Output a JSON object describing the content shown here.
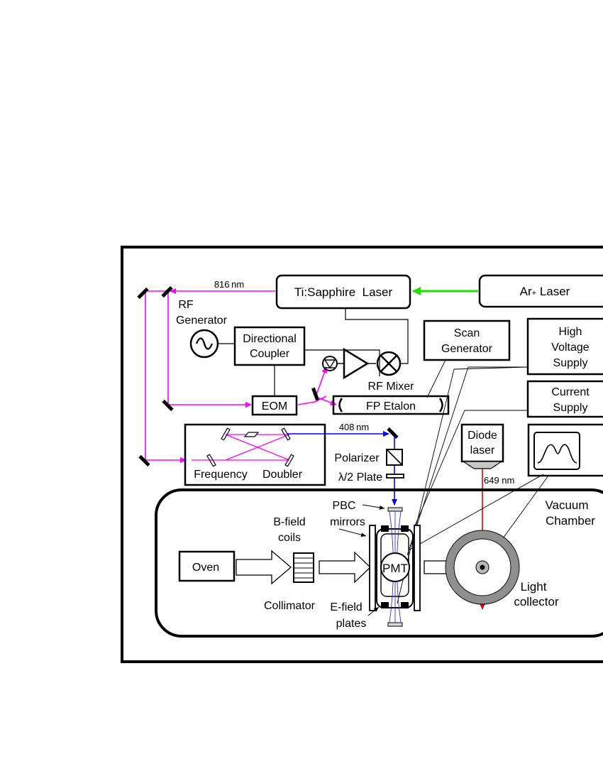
{
  "labels": {
    "ti_laser": "Ti:Sapphire  Laser",
    "ar_laser": "Ar",
    "ar_plus": "+",
    "ar_suffix": " Laser",
    "wl_816": "816 nm",
    "rf_gen_1": "RF",
    "rf_gen_2": "Generator",
    "dir_coupler_1": "Directional",
    "dir_coupler_2": "Coupler",
    "scan_gen_1": "Scan",
    "scan_gen_2": "Generator",
    "hv_1": "High",
    "hv_2": "Voltage",
    "hv_3": "Supply",
    "current_1": "Current",
    "current_2": "Supply",
    "rf_mixer": "RF Mixer",
    "eom": "EOM",
    "fp_etalon": "FP Etalon",
    "wl_408": "408 nm",
    "polarizer": "Polarizer",
    "half_wave": "λ/2 Plate",
    "frequency": "Frequency",
    "doubler": "Doubler",
    "diode_1": "Diode",
    "diode_2": "laser",
    "wl_649": "649 nm",
    "vacuum_1": "Vacuum",
    "vacuum_2": "Chamber",
    "pbc_1": "PBC",
    "pbc_2": "mirrors",
    "bfield_1": "B-field",
    "bfield_2": "coils",
    "oven": "Oven",
    "pmt": "PMT",
    "collimator": "Collimator",
    "efield_1": "E-field",
    "efield_2": "plates",
    "light_1": "Light",
    "light_2": "collector"
  },
  "colors": {
    "beam_816": "#ff00ff",
    "beam_408": "#0000ff",
    "beam_649": "#e00000",
    "pump_beam": "#22dd00",
    "outline": "#000000",
    "collector_ring": "#8f8f8f",
    "diode_head": "#c8c8c8"
  }
}
